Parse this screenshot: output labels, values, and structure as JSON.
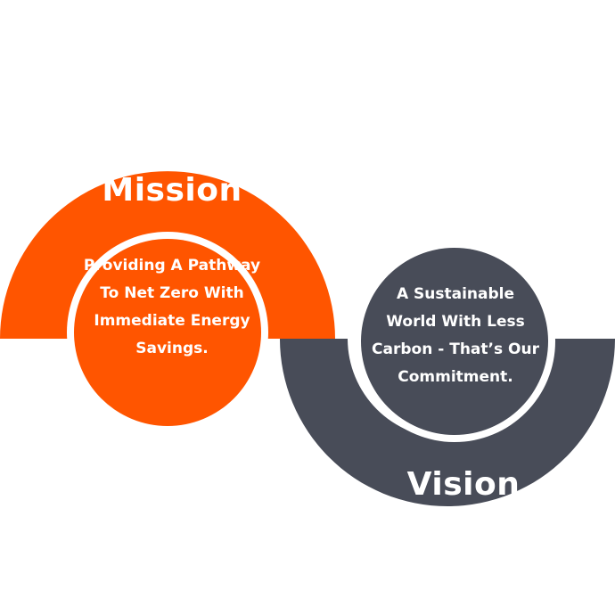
{
  "mission": {
    "title": "Mission",
    "statement": "Providing A Pathway To Net Zero With Immediate Energy Savings.",
    "color": "#ff5500"
  },
  "vision": {
    "title": "Vision",
    "statement": "A Sustainable World With Less Carbon - That’s Our Commitment.",
    "color": "#484c58"
  },
  "ring_color": "#ffffff"
}
